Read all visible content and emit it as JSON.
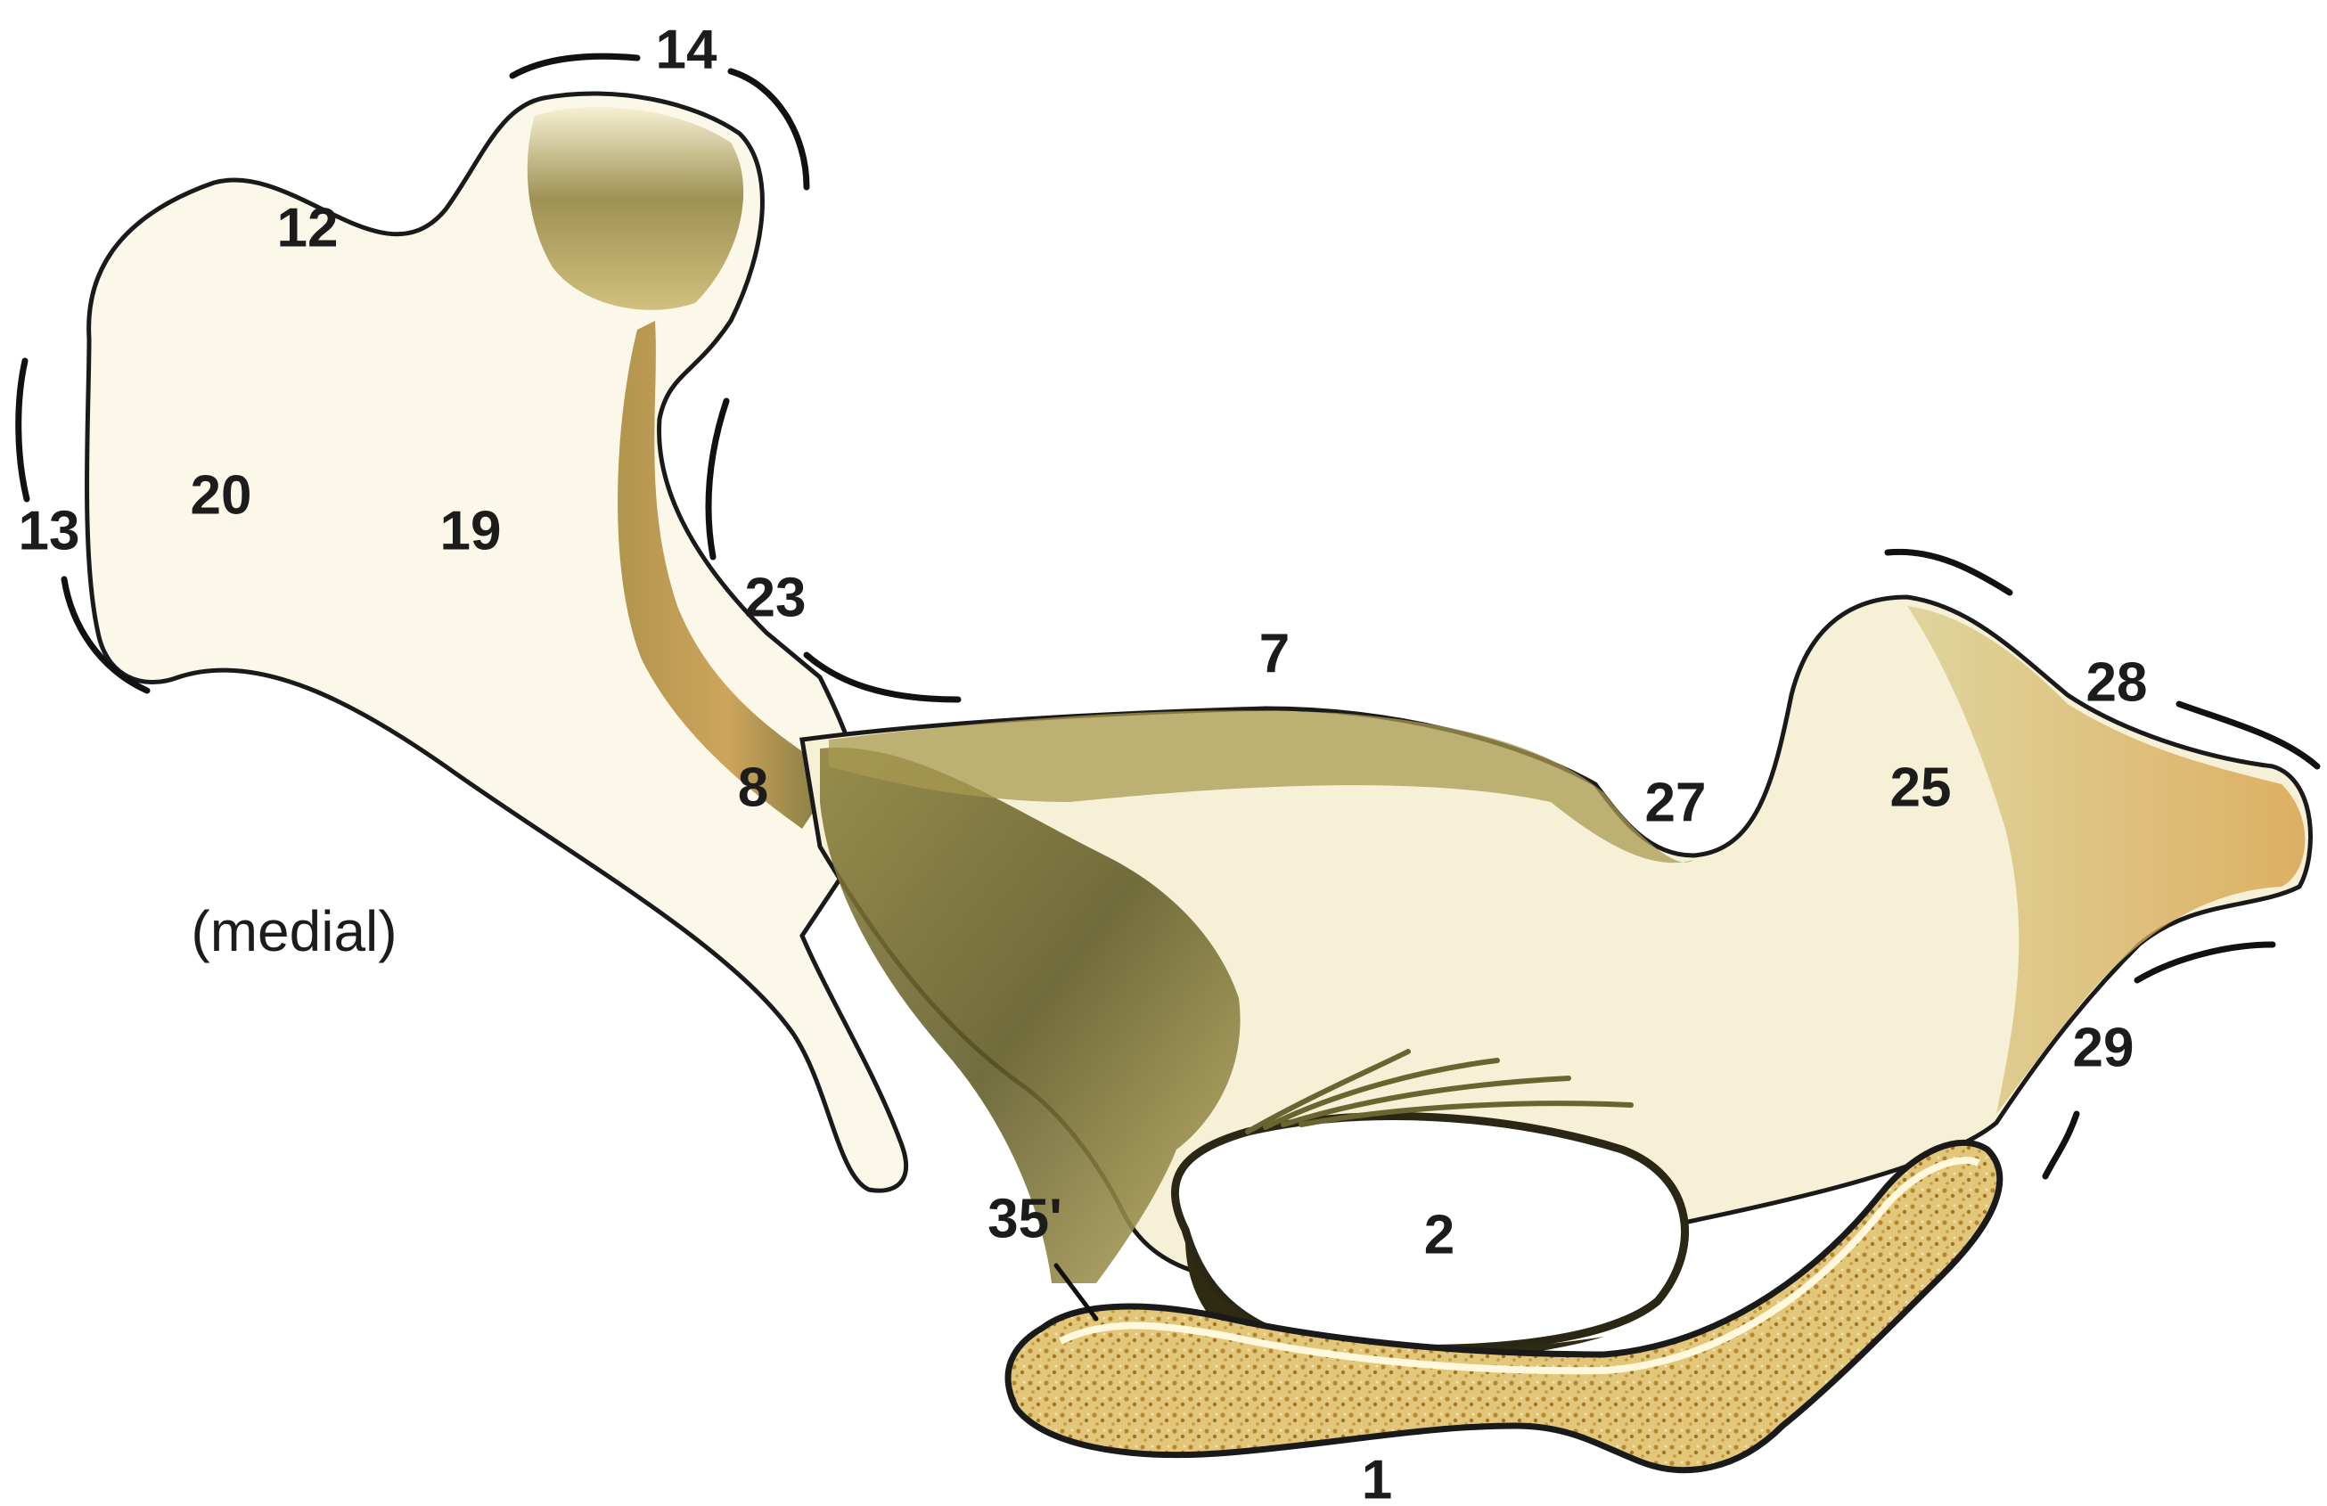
{
  "labels": {
    "l1": "1",
    "l2": "2",
    "l7": "7",
    "l8": "8",
    "l12": "12",
    "l13": "13",
    "l14": "14",
    "l19": "19",
    "l20": "20",
    "l23": "23",
    "l25": "25",
    "l27": "27",
    "l28": "28",
    "l29": "29",
    "l35p": "35'",
    "medial": "(medial)"
  },
  "colors": {
    "background": "#ffffff",
    "bone_light": "#f3ecc8",
    "bone_mid": "#c4b46a",
    "bone_dark": "#6f6a2c",
    "bone_shadow": "#3e3a18",
    "cancellous": "#d2ae55",
    "outline": "#1a1a1a"
  }
}
